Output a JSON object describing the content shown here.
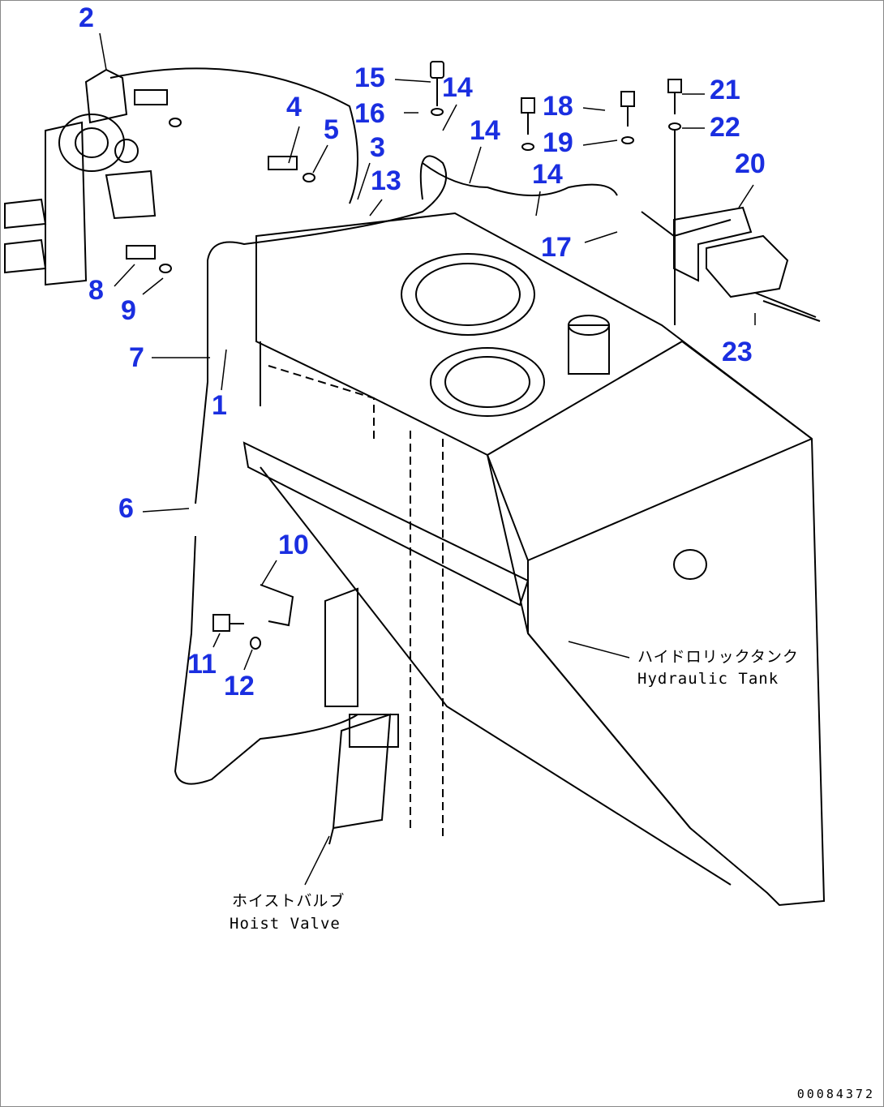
{
  "callouts": {
    "c1": "1",
    "c2": "2",
    "c3": "3",
    "c4": "4",
    "c5": "5",
    "c6": "6",
    "c7": "7",
    "c8": "8",
    "c9": "9",
    "c10": "10",
    "c11": "11",
    "c12": "12",
    "c13": "13",
    "c14a": "14",
    "c14b": "14",
    "c14c": "14",
    "c15": "15",
    "c16": "16",
    "c17": "17",
    "c18": "18",
    "c19": "19",
    "c20": "20",
    "c21": "21",
    "c22": "22",
    "c23": "23"
  },
  "labels": {
    "tank_jp": "ハイドロリックタンク",
    "tank_en": "Hydraulic Tank",
    "valve_jp": "ホイストバルブ",
    "valve_en": "Hoist Valve"
  },
  "document_number": "00084372",
  "colors": {
    "callout": "#1a2ee0",
    "line": "#000000"
  }
}
